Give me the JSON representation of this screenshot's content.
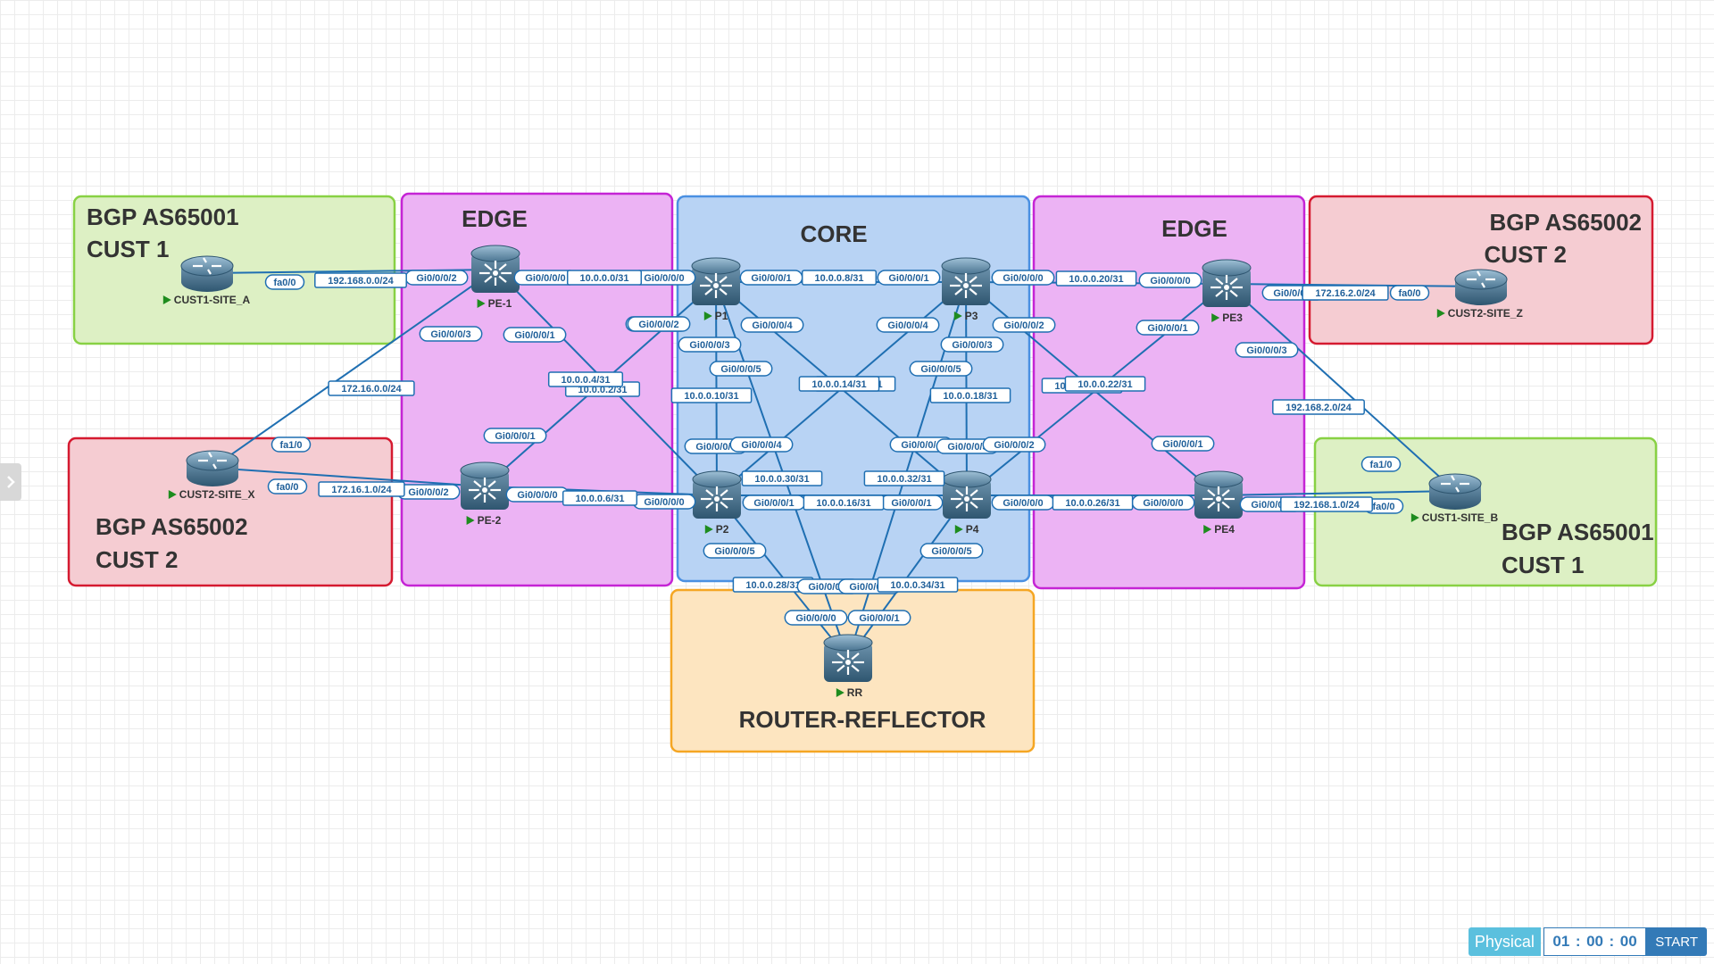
{
  "groups": [
    {
      "id": "g-cust1-a",
      "lines": [
        "BGP AS65001",
        "CUST 1"
      ],
      "fill": "#ddf0c4",
      "stroke": "#88d144"
    },
    {
      "id": "g-edge-left",
      "lines": [
        "EDGE"
      ],
      "fill": "#ecb3f4",
      "stroke": "#c524d5"
    },
    {
      "id": "g-core",
      "lines": [
        "CORE"
      ],
      "fill": "#b8d3f4",
      "stroke": "#4a90e2"
    },
    {
      "id": "g-edge-right",
      "lines": [
        "EDGE"
      ],
      "fill": "#ecb3f4",
      "stroke": "#c524d5"
    },
    {
      "id": "g-cust2-z",
      "lines": [
        "BGP AS65002",
        "CUST 2"
      ],
      "fill": "#f5ccd2",
      "stroke": "#d51a30"
    },
    {
      "id": "g-cust2-x",
      "lines": [
        "BGP AS65002",
        "CUST 2"
      ],
      "fill": "#f5ccd2",
      "stroke": "#d51a30"
    },
    {
      "id": "g-cust1-b",
      "lines": [
        "BGP AS65001",
        "CUST 1"
      ],
      "fill": "#ddf0c4",
      "stroke": "#88d144"
    },
    {
      "id": "g-rr",
      "lines": [
        "ROUTER-REFLECTOR"
      ],
      "fill": "#fde5c0",
      "stroke": "#f5a623"
    }
  ],
  "devices": [
    {
      "id": "CUST1-SITE_A",
      "label": "CUST1-SITE_A",
      "kind": "router"
    },
    {
      "id": "CUST2-SITE_X",
      "label": "CUST2-SITE_X",
      "kind": "router"
    },
    {
      "id": "PE-1",
      "label": "PE-1",
      "kind": "switch"
    },
    {
      "id": "PE-2",
      "label": "PE-2",
      "kind": "switch"
    },
    {
      "id": "P1",
      "label": "P1",
      "kind": "switch"
    },
    {
      "id": "P2",
      "label": "P2",
      "kind": "switch"
    },
    {
      "id": "P3",
      "label": "P3",
      "kind": "switch"
    },
    {
      "id": "P4",
      "label": "P4",
      "kind": "switch"
    },
    {
      "id": "PE3",
      "label": "PE3",
      "kind": "switch"
    },
    {
      "id": "PE4",
      "label": "PE4",
      "kind": "switch"
    },
    {
      "id": "CUST2-SITE_Z",
      "label": "CUST2-SITE_Z",
      "kind": "router"
    },
    {
      "id": "CUST1-SITE_B",
      "label": "CUST1-SITE_B",
      "kind": "router"
    },
    {
      "id": "RR",
      "label": "RR",
      "kind": "switch"
    }
  ],
  "links": [
    {
      "from": "CUST1-SITE_A",
      "to": "PE-1",
      "subnet": "192.168.0.0/24",
      "a_if": "fa0/0",
      "b_if": "Gi0/0/0/2"
    },
    {
      "from": "CUST2-SITE_X",
      "to": "PE-1",
      "subnet": "172.16.0.0/24",
      "a_if": "fa1/0",
      "b_if": "Gi0/0/0/3"
    },
    {
      "from": "CUST2-SITE_X",
      "to": "PE-2",
      "subnet": "172.16.1.0/24",
      "a_if": "fa0/0",
      "b_if": "Gi0/0/0/2"
    },
    {
      "from": "PE-1",
      "to": "P1",
      "subnet": "10.0.0.0/31",
      "a_if": "Gi0/0/0/0",
      "b_if": "Gi0/0/0/0"
    },
    {
      "from": "PE-1",
      "to": "P2",
      "subnet": "10.0.0.2/31",
      "a_if": "Gi0/0/0/1",
      "b_if": "Gi0/0/0/2"
    },
    {
      "from": "PE-2",
      "to": "P1",
      "subnet": "10.0.0.4/31",
      "a_if": "Gi0/0/0/1",
      "b_if": "Gi0/0/0/2"
    },
    {
      "from": "PE-2",
      "to": "P2",
      "subnet": "10.0.0.6/31",
      "a_if": "Gi0/0/0/0",
      "b_if": "Gi0/0/0/0"
    },
    {
      "from": "P1",
      "to": "P3",
      "subnet": "10.0.0.8/31",
      "a_if": "Gi0/0/0/1",
      "b_if": "Gi0/0/0/1"
    },
    {
      "from": "P1",
      "to": "P2",
      "subnet": "10.0.0.10/31",
      "a_if": "Gi0/0/0/3",
      "b_if": "Gi0/0/0/3"
    },
    {
      "from": "P1",
      "to": "P4",
      "subnet": "10.0.0.12/31",
      "a_if": "Gi0/0/0/4",
      "b_if": "Gi0/0/0/4"
    },
    {
      "from": "P3",
      "to": "P2",
      "subnet": "10.0.0.14/31",
      "a_if": "Gi0/0/0/4",
      "b_if": "Gi0/0/0/4"
    },
    {
      "from": "P2",
      "to": "P4",
      "subnet": "10.0.0.16/31",
      "a_if": "Gi0/0/0/1",
      "b_if": "Gi0/0/0/1"
    },
    {
      "from": "P3",
      "to": "P4",
      "subnet": "10.0.0.18/31",
      "a_if": "Gi0/0/0/3",
      "b_if": "Gi0/0/0/3"
    },
    {
      "from": "P3",
      "to": "PE3",
      "subnet": "10.0.0.20/31",
      "a_if": "Gi0/0/0/0",
      "b_if": "Gi0/0/0/0"
    },
    {
      "from": "P3",
      "to": "PE4",
      "subnet": "10.0.0.24/31",
      "a_if": "Gi0/0/0/2",
      "b_if": "Gi0/0/0/1"
    },
    {
      "from": "P4",
      "to": "PE3",
      "subnet": "10.0.0.22/31",
      "a_if": "Gi0/0/0/2",
      "b_if": "Gi0/0/0/1"
    },
    {
      "from": "P4",
      "to": "PE4",
      "subnet": "10.0.0.26/31",
      "a_if": "Gi0/0/0/0",
      "b_if": "Gi0/0/0/0"
    },
    {
      "from": "P2",
      "to": "RR",
      "subnet": "10.0.0.28/31",
      "a_if": "Gi0/0/0/5",
      "b_if": "Gi0/0/0/0"
    },
    {
      "from": "P1",
      "to": "RR",
      "subnet": "10.0.0.30/31",
      "a_if": "Gi0/0/0/5",
      "b_if": "Gi0/0/0/2"
    },
    {
      "from": "P3",
      "to": "RR",
      "subnet": "10.0.0.32/31",
      "a_if": "Gi0/0/0/5",
      "b_if": "Gi0/0/0/3"
    },
    {
      "from": "P4",
      "to": "RR",
      "subnet": "10.0.0.34/31",
      "a_if": "Gi0/0/0/5",
      "b_if": "Gi0/0/0/1"
    },
    {
      "from": "PE3",
      "to": "CUST2-SITE_Z",
      "subnet": "172.16.2.0/24",
      "a_if": "Gi0/0/0/2",
      "b_if": "fa0/0"
    },
    {
      "from": "PE3",
      "to": "CUST1-SITE_B",
      "subnet": "192.168.2.0/24",
      "a_if": "Gi0/0/0/3",
      "b_if": "fa1/0"
    },
    {
      "from": "PE4",
      "to": "CUST1-SITE_B",
      "subnet": "192.168.1.0/24",
      "a_if": "Gi0/0/0/2",
      "b_if": "fa0/0"
    }
  ],
  "sidebar": {
    "toggle_icon": "chevron-right-icon"
  },
  "controls": {
    "mode_label": "Physical",
    "timer_hours": "01",
    "timer_minutes": "00",
    "timer_seconds": "00",
    "timer_sep": ":",
    "start_label": "START"
  },
  "colors": {
    "link": "#1f6fb2",
    "label_border": "#1f6fb2",
    "label_text": "#1f5f99",
    "device_arrow": "#1e8c1e",
    "device_label": "#333333"
  }
}
